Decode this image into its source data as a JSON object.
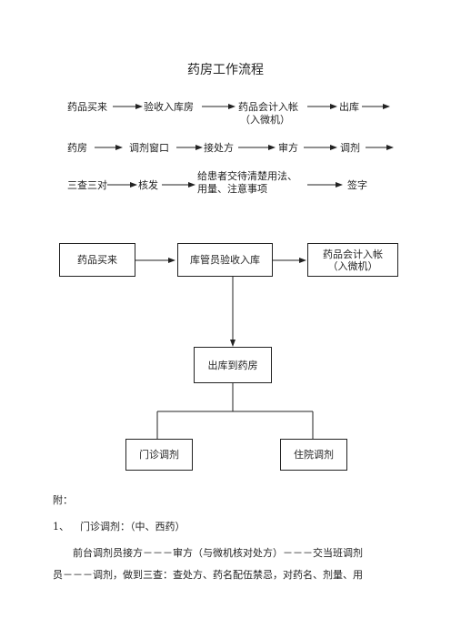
{
  "title": "药房工作流程",
  "flow_rows": [
    [
      "药品买来",
      "验收入库房",
      "药品会计入帐",
      "（入微机）",
      "出库"
    ],
    [
      "药房",
      "调剂窗口",
      "接处方",
      "审方",
      "调剂"
    ],
    [
      "三查三对",
      "核发",
      "给患者交待清楚用法、",
      "用量、注意事项",
      "签字"
    ]
  ],
  "chart": {
    "box_purchase": "药品买来",
    "box_receive": "库管员验收入库",
    "box_account_1": "药品会计入帐",
    "box_account_2": "（入微机）",
    "box_out": "出库到药房",
    "box_outpatient": "门诊调剂",
    "box_inpatient": "住院调剂"
  },
  "notes": {
    "heading": "附：",
    "item1_num": "1、",
    "item1_text": "门诊调剂：（中、西药）",
    "para_line1": "前台调剂员接方－－－审方（与微机核对处方）－－－交当班调剂",
    "para_line2": "员－－－调剂，做到三查：查处方、药名配伍禁忌，对药名、剂量、用"
  }
}
